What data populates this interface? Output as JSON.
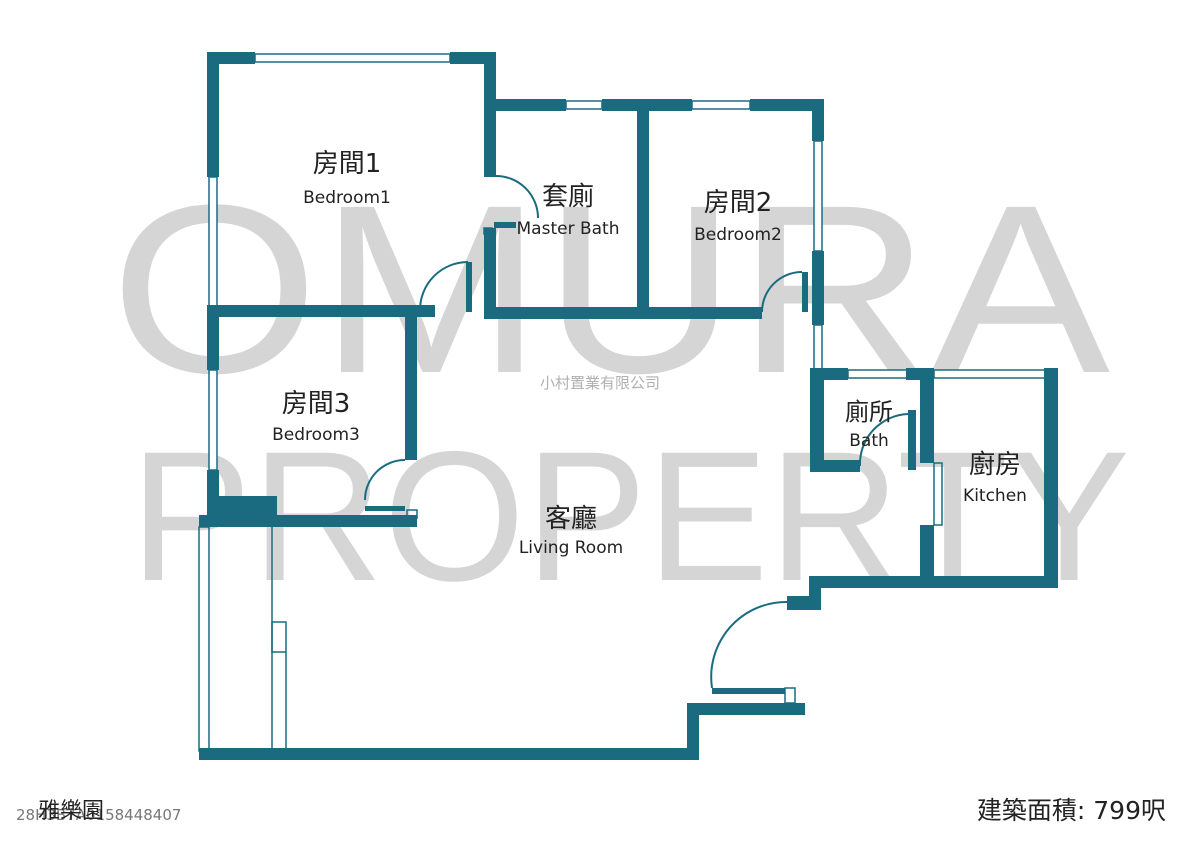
{
  "watermark": {
    "line1": "OMURA",
    "line2": "PROPERTY",
    "company": "小村置業有限公司"
  },
  "rooms": {
    "bedroom1": {
      "zh": "房間1",
      "en": "Bedroom1"
    },
    "master_bath": {
      "zh": "套廁",
      "en": "Master Bath"
    },
    "bedroom2": {
      "zh": "房間2",
      "en": "Bedroom2"
    },
    "bedroom3": {
      "zh": "房間3",
      "en": "Bedroom3"
    },
    "bath": {
      "zh": "廁所",
      "en": "Bath"
    },
    "kitchen": {
      "zh": "廚房",
      "en": "Kitchen"
    },
    "living_room": {
      "zh": "客廳",
      "en": "Living Room"
    }
  },
  "footer": {
    "estate_name": "雅樂園",
    "ref_code": "28H3B7A0158448407",
    "area_label": "建築面積",
    "area_value": "799呎"
  },
  "colors": {
    "wall": "#1a6b80",
    "watermark": "#d5d5d5"
  }
}
